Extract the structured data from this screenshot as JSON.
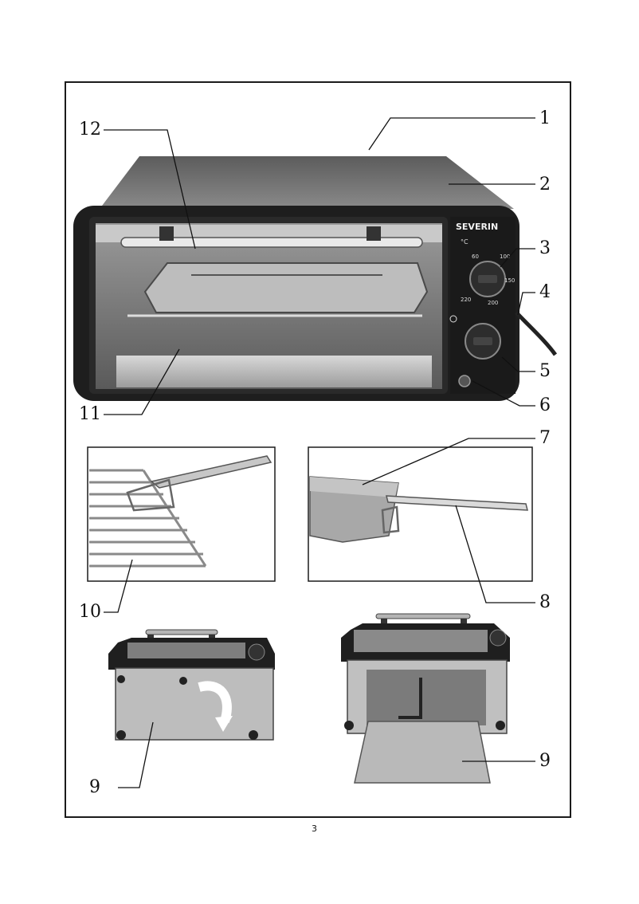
{
  "brand_label": "SEVERIN",
  "callouts": {
    "c1": "1",
    "c2": "2",
    "c3": "3",
    "c4": "4",
    "c5": "5",
    "c6": "6",
    "c7": "7",
    "c8": "8",
    "c9a": "9",
    "c9b": "9",
    "c10": "10",
    "c11": "11",
    "c12": "12"
  },
  "thermostat_labels": [
    "60",
    "100",
    "150",
    "200",
    "220"
  ],
  "temperature_unit": "°C",
  "page_number": "3"
}
